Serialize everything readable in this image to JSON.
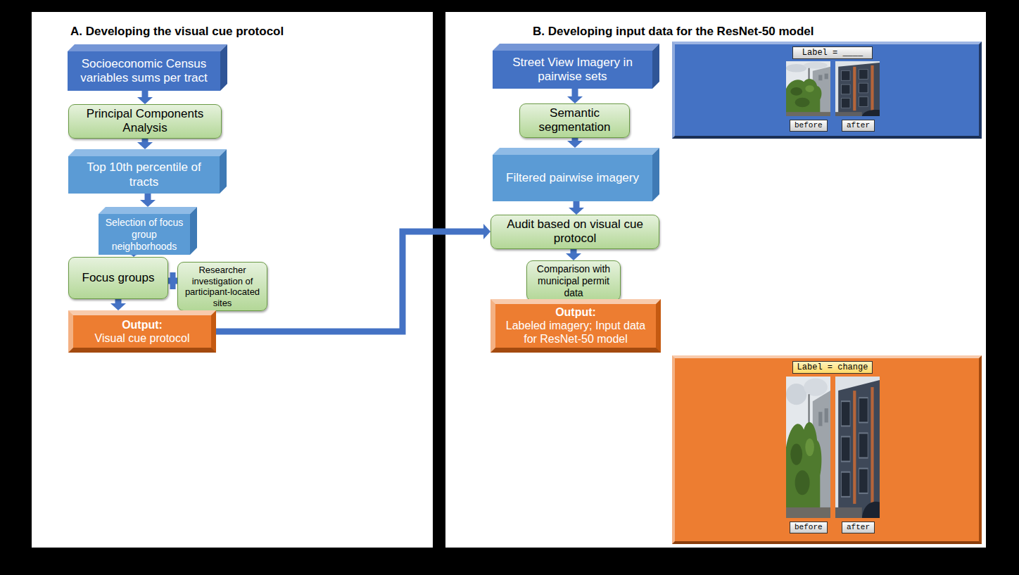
{
  "diagram": {
    "nodes": [
      {
        "text": [
          "Socioeconomic Census variables sums per tract"
        ]
      },
      {
        "text": [
          "Principal Components Analysis"
        ]
      },
      {
        "text": [
          "Top 10th percentile of tracts"
        ]
      },
      {
        "text": [
          "Selection of focus group neighborhoods"
        ]
      },
      {
        "text": [
          "Focus groups"
        ]
      },
      {
        "text": [
          "Researcher investigation of participant-located sites"
        ]
      },
      {
        "text": [
          "Output:",
          "Visual cue protocol"
        ]
      },
      {
        "text": [
          "Street View Imagery in pairwise sets"
        ]
      },
      {
        "text": [
          "Semantic segmentation"
        ]
      },
      {
        "text": [
          "Filtered pairwise imagery"
        ]
      },
      {
        "text": [
          "Audit based on visual cue protocol"
        ]
      },
      {
        "text": [
          "Comparison with municipal permit data"
        ]
      },
      {
        "text": [
          "Output:",
          "Labeled imagery; Input data for ResNet-50 model"
        ]
      },
      {
        "text": [
          "Label = ____"
        ]
      },
      {
        "text": [
          "before"
        ]
      },
      {
        "text": [
          "after"
        ]
      },
      {
        "text": [
          "Label = change"
        ]
      },
      {
        "text": [
          "before"
        ]
      },
      {
        "text": [
          "after"
        ]
      }
    ],
    "edges": [
      {
        "from": 0,
        "to": 1,
        "arrow": "to"
      },
      {
        "from": 1,
        "to": 2,
        "arrow": "to"
      },
      {
        "from": 2,
        "to": 3,
        "arrow": "to"
      },
      {
        "from": 3,
        "to": 4,
        "arrow": "to"
      },
      {
        "from": 4,
        "to": 5,
        "arrow": "none"
      },
      {
        "from": 4,
        "to": 6,
        "arrow": "to"
      },
      {
        "from": 6,
        "to": 10,
        "arrow": "to"
      },
      {
        "from": 7,
        "to": 8,
        "arrow": "to"
      },
      {
        "from": 8,
        "to": 9,
        "arrow": "to"
      },
      {
        "from": 9,
        "to": 10,
        "arrow": "to"
      },
      {
        "from": 10,
        "to": 11,
        "arrow": "to"
      },
      {
        "from": 11,
        "to": 12,
        "arrow": "to"
      }
    ],
    "labels": [
      "A. Developing the visual cue protocol",
      "B. Developing input data for the ResNet-50 model"
    ]
  }
}
